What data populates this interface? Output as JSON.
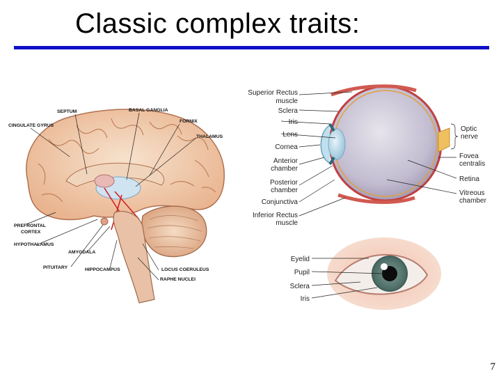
{
  "slide": {
    "title": "Classic complex traits:",
    "page_number": "7"
  },
  "brain": {
    "labels": {
      "septum": "SEPTUM",
      "basal_ganglia": "BASAL GANGLIA",
      "cingulate_gyrus": "CINGULATE GYRUS",
      "fornix": "FORNIX",
      "thalamus": "THALAMUS",
      "prefrontal_cortex_1": "PREFRONTAL",
      "prefrontal_cortex_2": "CORTEX",
      "hypothalamus": "HYPOTHALAMUS",
      "amygdala": "AMYGDALA",
      "pituitary": "PITUITARY",
      "hippocampus": "HIPPOCAMPUS",
      "locus_coeruleus": "LOCUS COERULEUS",
      "raphe_nuclei": "RAPHE NUCLEI"
    }
  },
  "eye": {
    "labels": {
      "superior_rectus_1": "Superior Rectus",
      "superior_rectus_2": "muscle",
      "sclera": "Sclera",
      "iris": "Iris",
      "lens": "Lens",
      "cornea": "Cornea",
      "anterior_chamber_1": "Anterior",
      "anterior_chamber_2": "chamber",
      "posterior_chamber_1": "Posterior",
      "posterior_chamber_2": "chamber",
      "conjunctiva": "Conjunctiva",
      "inferior_rectus_1": "Inferior Rectus",
      "inferior_rectus_2": "muscle",
      "optic_nerve_1": "Optic",
      "optic_nerve_2": "nerve",
      "fovea_1": "Fovea",
      "fovea_2": "centralis",
      "retina": "Retina",
      "vitreous_1": "Vitreous",
      "vitreous_2": "chamber"
    }
  },
  "external_eye": {
    "labels": {
      "eyelid": "Eyelid",
      "pupil": "Pupil",
      "sclera": "Sclera",
      "iris": "Iris"
    }
  }
}
